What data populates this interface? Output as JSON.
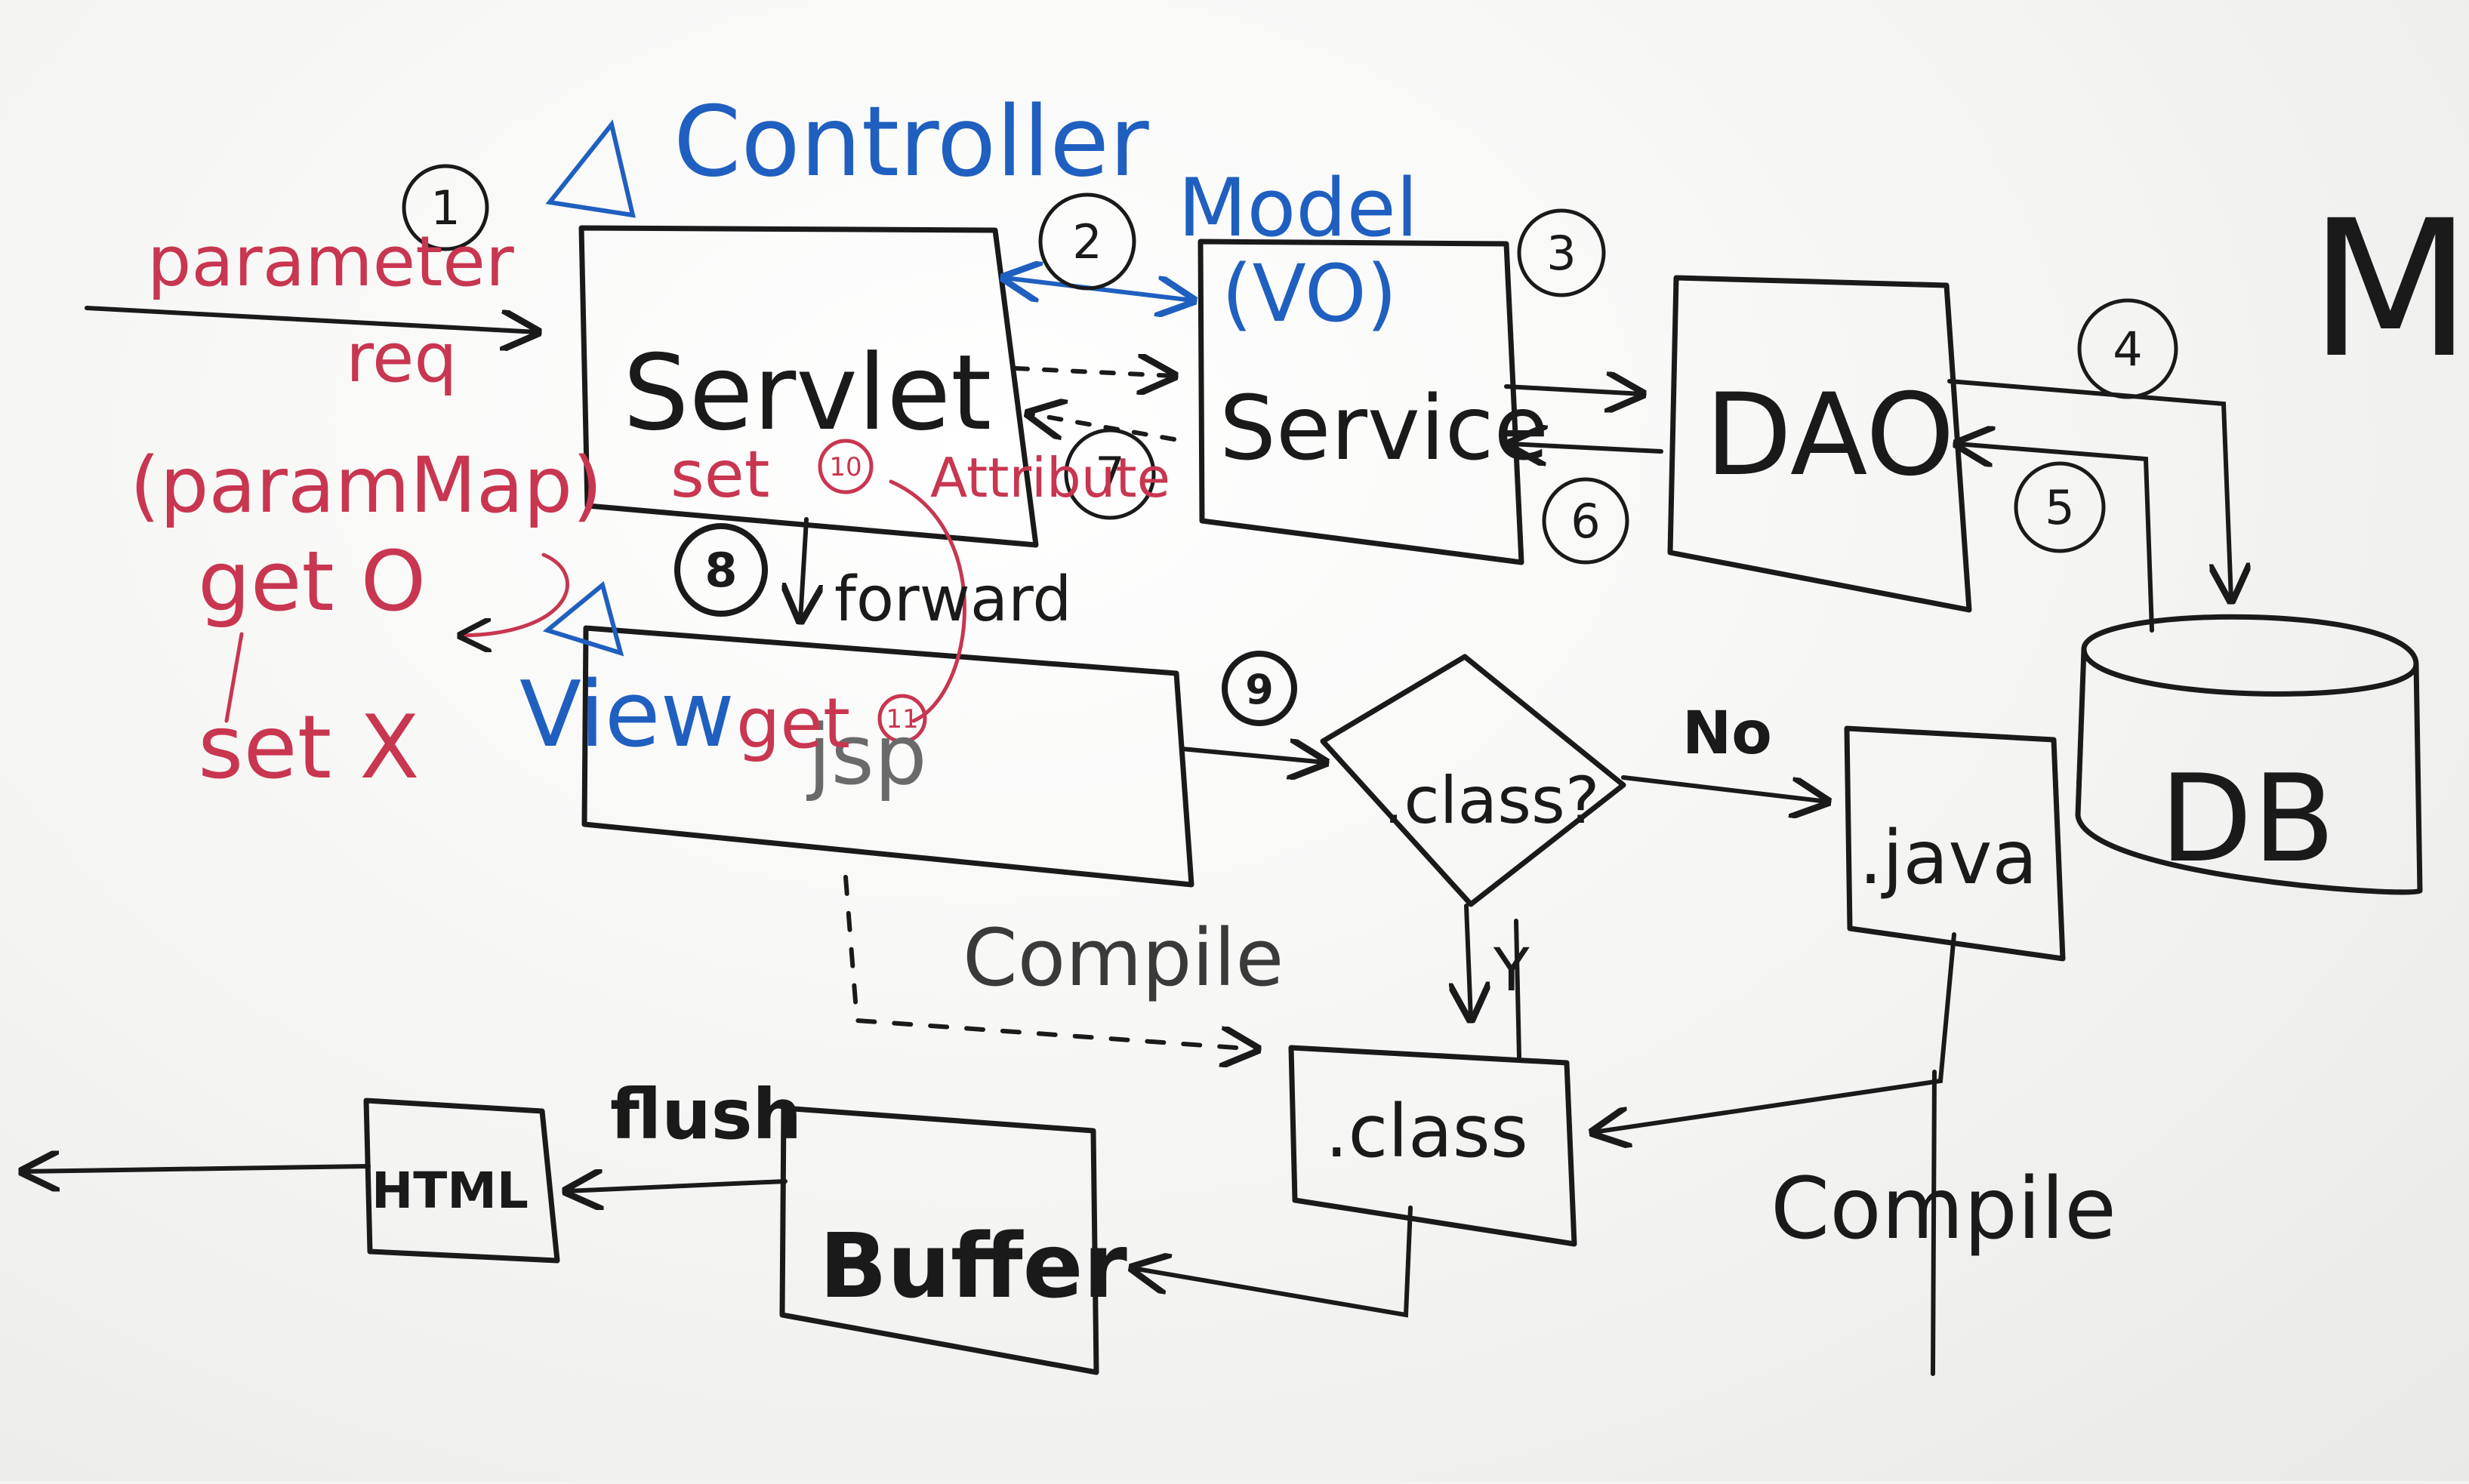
{
  "colors": {
    "black_marker": "#1a1a1a",
    "blue_marker": "#1f5fbf",
    "red_marker": "#c8364f"
  },
  "labels": {
    "controller": "Controller",
    "model": "Model",
    "vo": "(VO)",
    "servlet": "Servlet",
    "service": "Service",
    "dao": "DAO",
    "db": "DB",
    "view": "View",
    "jsp": "jsp",
    "forward": "forward",
    "decision": ".class?",
    "no": "No",
    "yes": "Y",
    "java": ".java",
    "class_box": ".class",
    "compile_top": "Compile",
    "compile_bottom": "Compile",
    "buffer": "Buffer",
    "flush": "flush",
    "html": "HTML",
    "corner_m": "M"
  },
  "annotations": {
    "parameter": "parameter",
    "req": "req",
    "paramMap": "(paramMap)",
    "get": "get O",
    "set": "set X",
    "set_attribute": "set",
    "attribute": "Attribute",
    "get_bottom": "get"
  },
  "steps": {
    "s1": "1",
    "s2": "2",
    "s3": "3",
    "s4": "4",
    "s5": "5",
    "s6": "6",
    "s7": "7",
    "s8": "8",
    "s9": "9",
    "s10": "10",
    "s11": "11"
  }
}
